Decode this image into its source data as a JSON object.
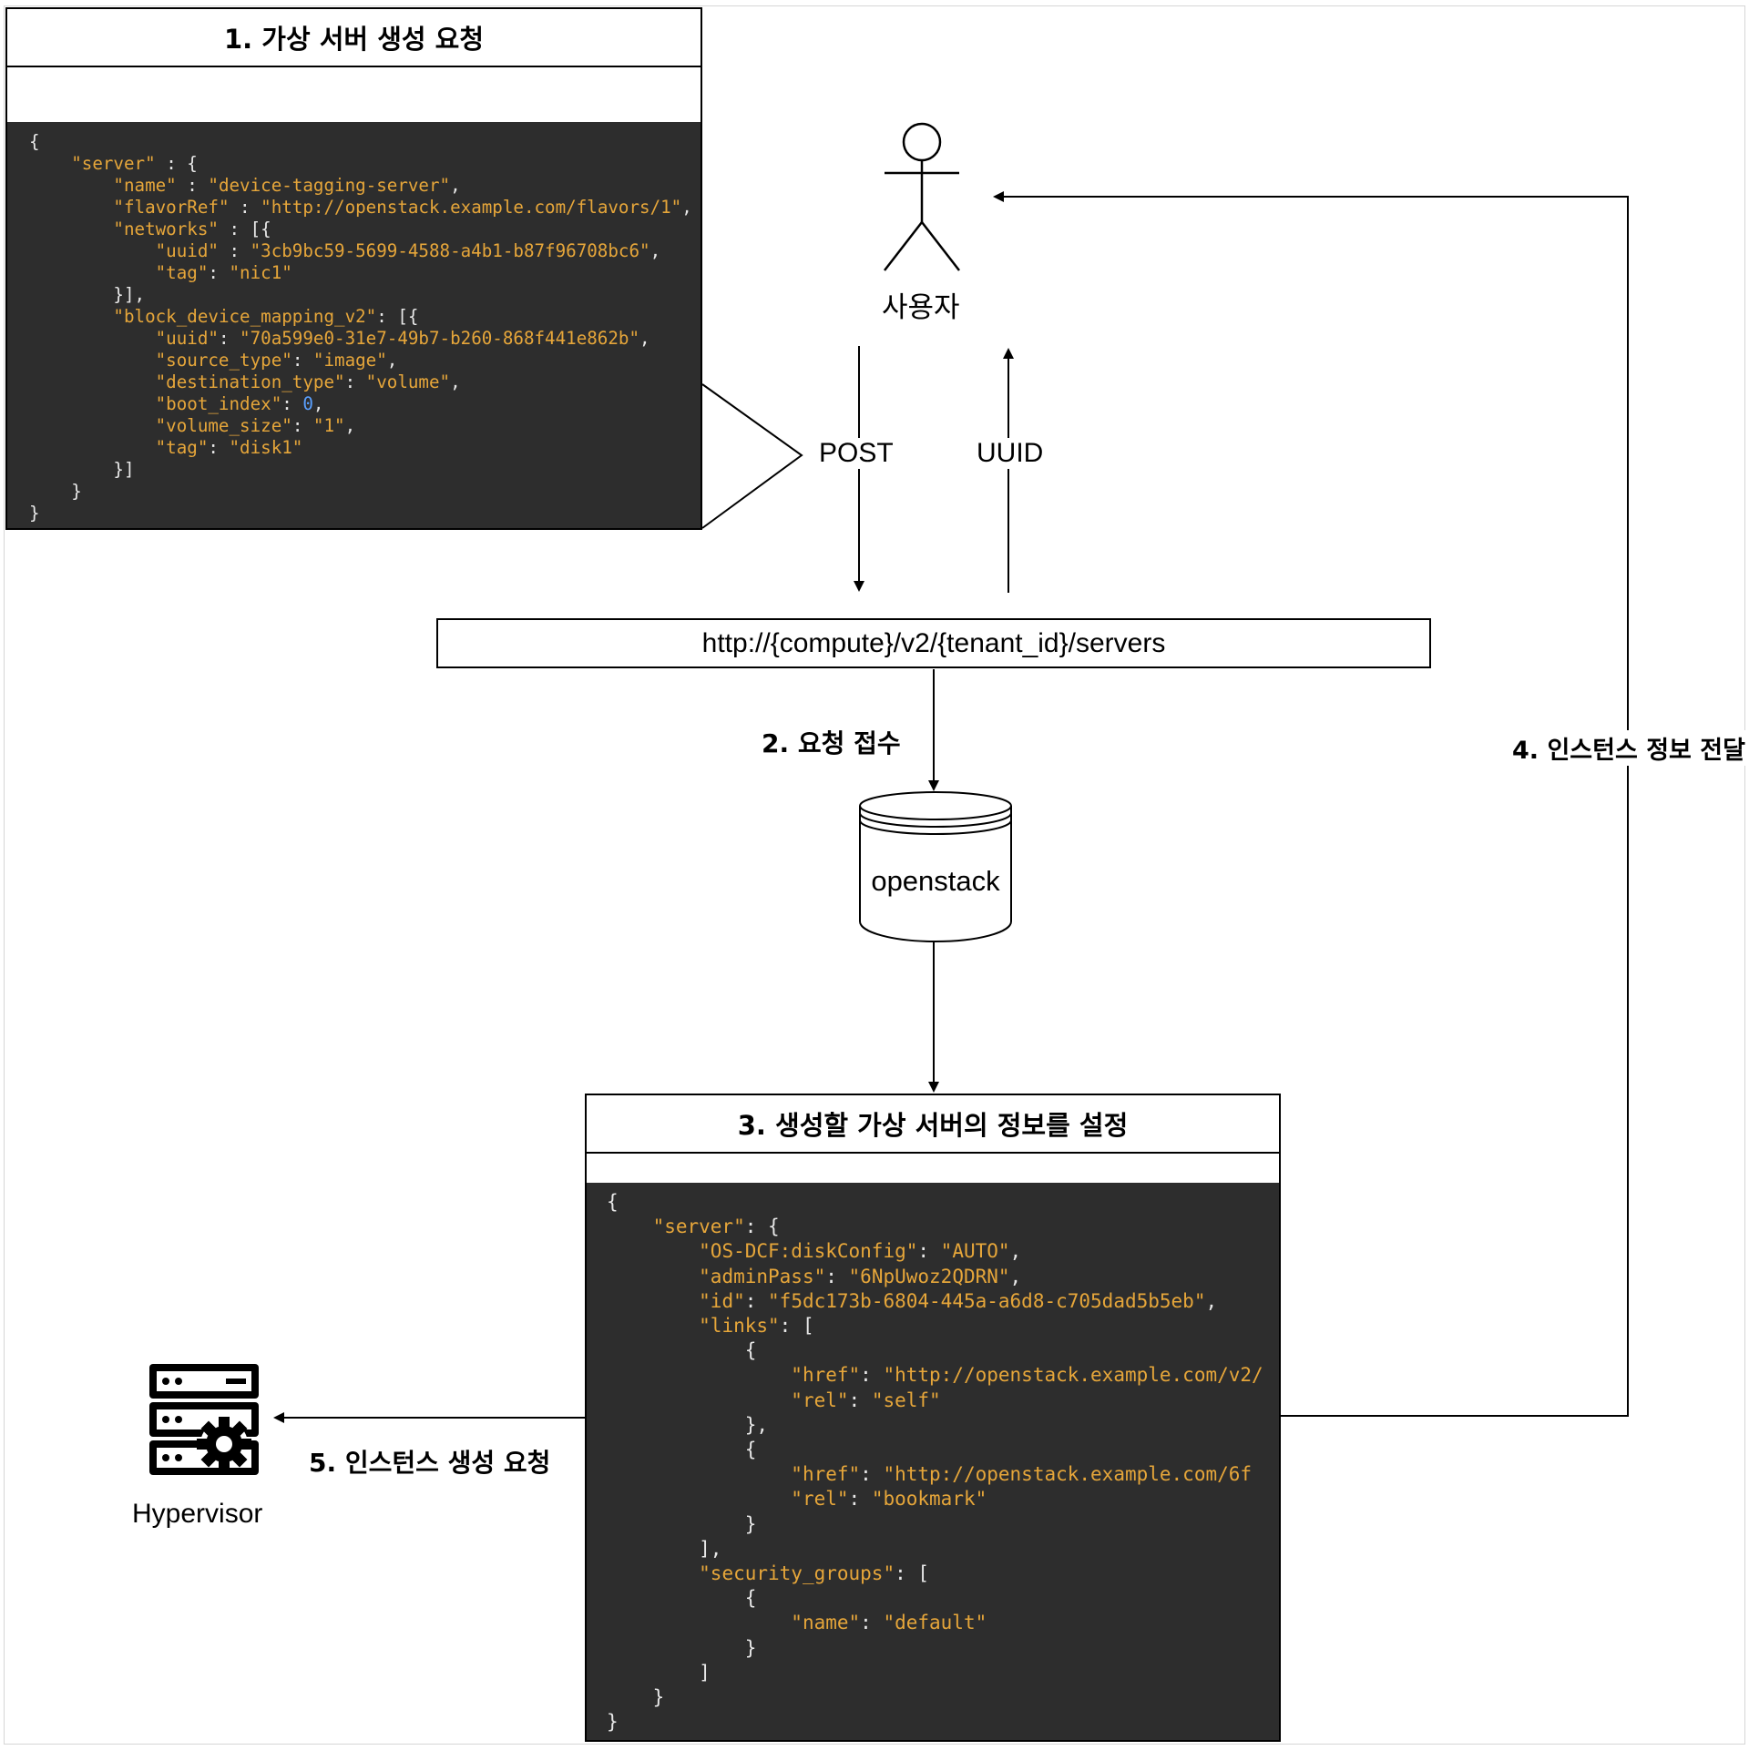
{
  "step1": {
    "title": "1. 가상 서버 생성 요청",
    "code": [
      [
        [
          "p",
          "{"
        ]
      ],
      [
        [
          "p",
          "    "
        ],
        [
          "k",
          "\"server\""
        ],
        [
          "p",
          " : {"
        ]
      ],
      [
        [
          "p",
          "        "
        ],
        [
          "k",
          "\"name\""
        ],
        [
          "p",
          " : "
        ],
        [
          "s",
          "\"device-tagging-server\""
        ],
        [
          "p",
          ","
        ]
      ],
      [
        [
          "p",
          "        "
        ],
        [
          "k",
          "\"flavorRef\""
        ],
        [
          "p",
          " : "
        ],
        [
          "s",
          "\"http://openstack.example.com/flavors/1\""
        ],
        [
          "p",
          ","
        ]
      ],
      [
        [
          "p",
          "        "
        ],
        [
          "k",
          "\"networks\""
        ],
        [
          "p",
          " : [{"
        ]
      ],
      [
        [
          "p",
          "            "
        ],
        [
          "k",
          "\"uuid\""
        ],
        [
          "p",
          " : "
        ],
        [
          "s",
          "\"3cb9bc59-5699-4588-a4b1-b87f96708bc6\""
        ],
        [
          "p",
          ","
        ]
      ],
      [
        [
          "p",
          "            "
        ],
        [
          "k",
          "\"tag\""
        ],
        [
          "p",
          ": "
        ],
        [
          "s",
          "\"nic1\""
        ]
      ],
      [
        [
          "p",
          "        }],"
        ]
      ],
      [
        [
          "p",
          "        "
        ],
        [
          "k",
          "\"block_device_mapping_v2\""
        ],
        [
          "p",
          ": [{"
        ]
      ],
      [
        [
          "p",
          "            "
        ],
        [
          "k",
          "\"uuid\""
        ],
        [
          "p",
          ": "
        ],
        [
          "s",
          "\"70a599e0-31e7-49b7-b260-868f441e862b\""
        ],
        [
          "p",
          ","
        ]
      ],
      [
        [
          "p",
          "            "
        ],
        [
          "k",
          "\"source_type\""
        ],
        [
          "p",
          ": "
        ],
        [
          "s",
          "\"image\""
        ],
        [
          "p",
          ","
        ]
      ],
      [
        [
          "p",
          "            "
        ],
        [
          "k",
          "\"destination_type\""
        ],
        [
          "p",
          ": "
        ],
        [
          "s",
          "\"volume\""
        ],
        [
          "p",
          ","
        ]
      ],
      [
        [
          "p",
          "            "
        ],
        [
          "k",
          "\"boot_index\""
        ],
        [
          "p",
          ": "
        ],
        [
          "n",
          "0"
        ],
        [
          "p",
          ","
        ]
      ],
      [
        [
          "p",
          "            "
        ],
        [
          "k",
          "\"volume_size\""
        ],
        [
          "p",
          ": "
        ],
        [
          "s",
          "\"1\""
        ],
        [
          "p",
          ","
        ]
      ],
      [
        [
          "p",
          "            "
        ],
        [
          "k",
          "\"tag\""
        ],
        [
          "p",
          ": "
        ],
        [
          "s",
          "\"disk1\""
        ]
      ],
      [
        [
          "p",
          "        }]"
        ]
      ],
      [
        [
          "p",
          "    }"
        ]
      ],
      [
        [
          "p",
          "}"
        ]
      ]
    ]
  },
  "user": {
    "label": "사용자"
  },
  "arrows": {
    "post_label": "POST",
    "uuid_label": "UUID"
  },
  "endpoint": {
    "label": "http://{compute}/v2/{tenant_id}/servers"
  },
  "step2": {
    "label": "2. 요청 접수"
  },
  "database": {
    "label": "openstack"
  },
  "step3": {
    "title": "3. 생성할 가상 서버의 정보를 설정",
    "code": [
      [
        [
          "p",
          "{"
        ]
      ],
      [
        [
          "p",
          "    "
        ],
        [
          "k",
          "\"server\""
        ],
        [
          "p",
          ": {"
        ]
      ],
      [
        [
          "p",
          "        "
        ],
        [
          "k",
          "\"OS-DCF:diskConfig\""
        ],
        [
          "p",
          ": "
        ],
        [
          "s",
          "\"AUTO\""
        ],
        [
          "p",
          ","
        ]
      ],
      [
        [
          "p",
          "        "
        ],
        [
          "k",
          "\"adminPass\""
        ],
        [
          "p",
          ": "
        ],
        [
          "s",
          "\"6NpUwoz2QDRN\""
        ],
        [
          "p",
          ","
        ]
      ],
      [
        [
          "p",
          "        "
        ],
        [
          "k",
          "\"id\""
        ],
        [
          "p",
          ": "
        ],
        [
          "s",
          "\"f5dc173b-6804-445a-a6d8-c705dad5b5eb\""
        ],
        [
          "p",
          ","
        ]
      ],
      [
        [
          "p",
          "        "
        ],
        [
          "k",
          "\"links\""
        ],
        [
          "p",
          ": ["
        ]
      ],
      [
        [
          "p",
          "            {"
        ]
      ],
      [
        [
          "p",
          "                "
        ],
        [
          "k",
          "\"href\""
        ],
        [
          "p",
          ": "
        ],
        [
          "s",
          "\"http://openstack.example.com/v2/"
        ]
      ],
      [
        [
          "p",
          "                "
        ],
        [
          "k",
          "\"rel\""
        ],
        [
          "p",
          ": "
        ],
        [
          "s",
          "\"self\""
        ]
      ],
      [
        [
          "p",
          "            },"
        ]
      ],
      [
        [
          "p",
          "            {"
        ]
      ],
      [
        [
          "p",
          "                "
        ],
        [
          "k",
          "\"href\""
        ],
        [
          "p",
          ": "
        ],
        [
          "s",
          "\"http://openstack.example.com/6f"
        ]
      ],
      [
        [
          "p",
          "                "
        ],
        [
          "k",
          "\"rel\""
        ],
        [
          "p",
          ": "
        ],
        [
          "s",
          "\"bookmark\""
        ]
      ],
      [
        [
          "p",
          "            }"
        ]
      ],
      [
        [
          "p",
          "        ],"
        ]
      ],
      [
        [
          "p",
          "        "
        ],
        [
          "k",
          "\"security_groups\""
        ],
        [
          "p",
          ": ["
        ]
      ],
      [
        [
          "p",
          "            {"
        ]
      ],
      [
        [
          "p",
          "                "
        ],
        [
          "k",
          "\"name\""
        ],
        [
          "p",
          ": "
        ],
        [
          "s",
          "\"default\""
        ]
      ],
      [
        [
          "p",
          "            }"
        ]
      ],
      [
        [
          "p",
          "        ]"
        ]
      ],
      [
        [
          "p",
          "    }"
        ]
      ],
      [
        [
          "p",
          "}"
        ]
      ]
    ]
  },
  "step4": {
    "label": "4. 인스턴스 정보 전달"
  },
  "step5": {
    "label": "5. 인스턴스 생성 요청"
  },
  "hypervisor": {
    "label": "Hypervisor",
    "icon": "server-gear-icon"
  },
  "colors": {
    "code_bg": "#2d2d2d",
    "code_key": "#e6a63a",
    "code_number": "#5aa0ff",
    "code_punct": "#e8e8e8"
  }
}
